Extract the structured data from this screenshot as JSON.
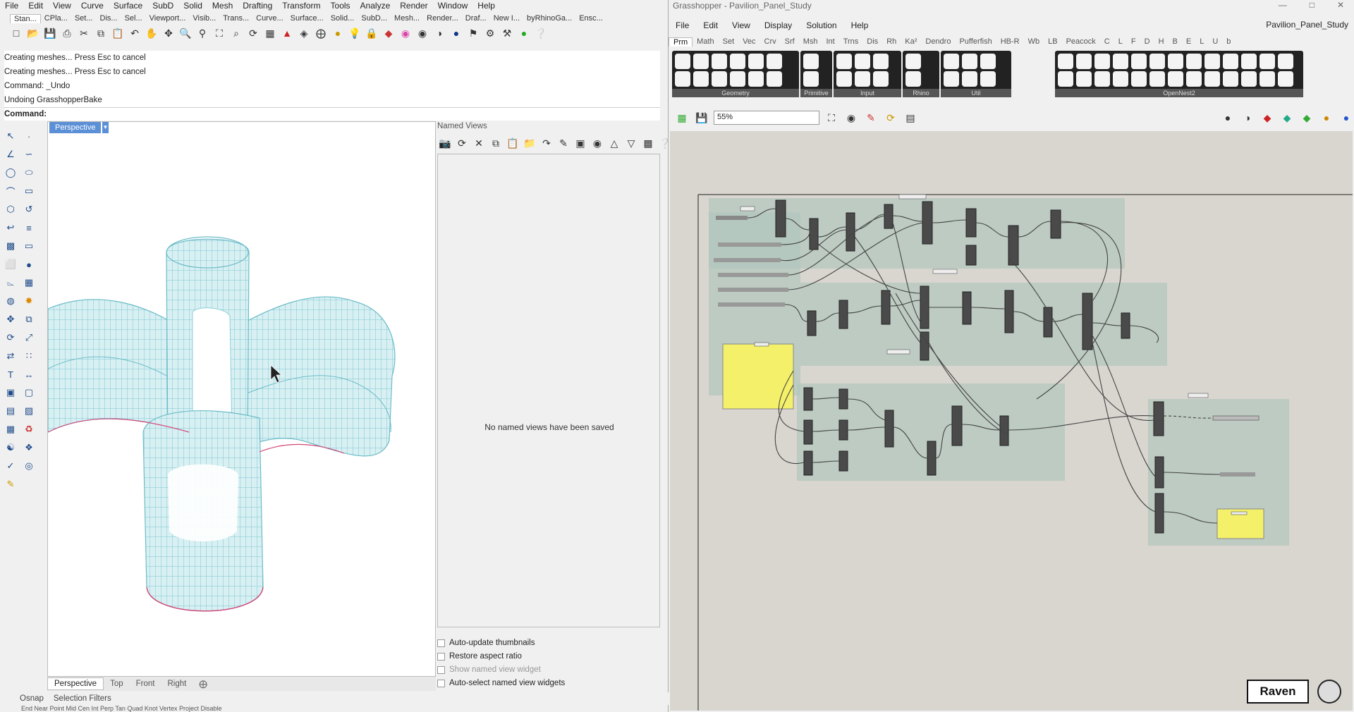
{
  "rhino": {
    "menu": [
      "File",
      "Edit",
      "View",
      "Curve",
      "Surface",
      "SubD",
      "Solid",
      "Mesh",
      "Drafting",
      "Transform",
      "Tools",
      "Analyze",
      "Render",
      "Window",
      "Help"
    ],
    "tabs": [
      "Stan...",
      "CPla...",
      "Set...",
      "Dis...",
      "Sel...",
      "Viewport...",
      "Visib...",
      "Trans...",
      "Curve...",
      "Surface...",
      "Solid...",
      "SubD...",
      "Mesh...",
      "Render...",
      "Draf...",
      "New I...",
      "byRhinoGa...",
      "Ensc..."
    ],
    "command_history": [
      "Creating meshes... Press Esc to cancel",
      "Creating meshes... Press Esc to cancel",
      "Command: _Undo",
      "Undoing GrasshopperBake"
    ],
    "command_prompt": "Command:",
    "viewport_title": "Perspective",
    "viewport_tabs": [
      "Perspective",
      "Top",
      "Front",
      "Right"
    ],
    "named_views": {
      "title": "Named Views",
      "empty_message": "No named views have been saved",
      "options": [
        "Auto-update thumbnails",
        "Restore aspect ratio",
        "Show named view widget",
        "Auto-select named view widgets"
      ]
    },
    "status": [
      "Osnap",
      "Selection Filters"
    ],
    "snaps": "End  Near  Point  Mid  Cen  Int  Perp  Tan  Quad  Knot  Vertex  Project  Disable"
  },
  "grasshopper": {
    "title": "Grasshopper - Pavilion_Panel_Study",
    "menu": [
      "File",
      "Edit",
      "View",
      "Display",
      "Solution",
      "Help"
    ],
    "document": "Pavilion_Panel_Study",
    "tabs": [
      "Prm",
      "Math",
      "Set",
      "Vec",
      "Crv",
      "Srf",
      "Msh",
      "Int",
      "Trns",
      "Dis",
      "Rh",
      "Ka²",
      "Dendro",
      "Pufferfish",
      "HB-R",
      "Wb",
      "LB",
      "Peacock",
      "C",
      "L",
      "F",
      "D",
      "H",
      "B",
      "E",
      "L",
      "U",
      "b"
    ],
    "ribbon_groups": [
      "Geometry",
      "Primitive",
      "Input",
      "Rhino",
      "Util",
      "OpenNest2"
    ],
    "zoom": "55%",
    "raven_label": "Raven"
  }
}
